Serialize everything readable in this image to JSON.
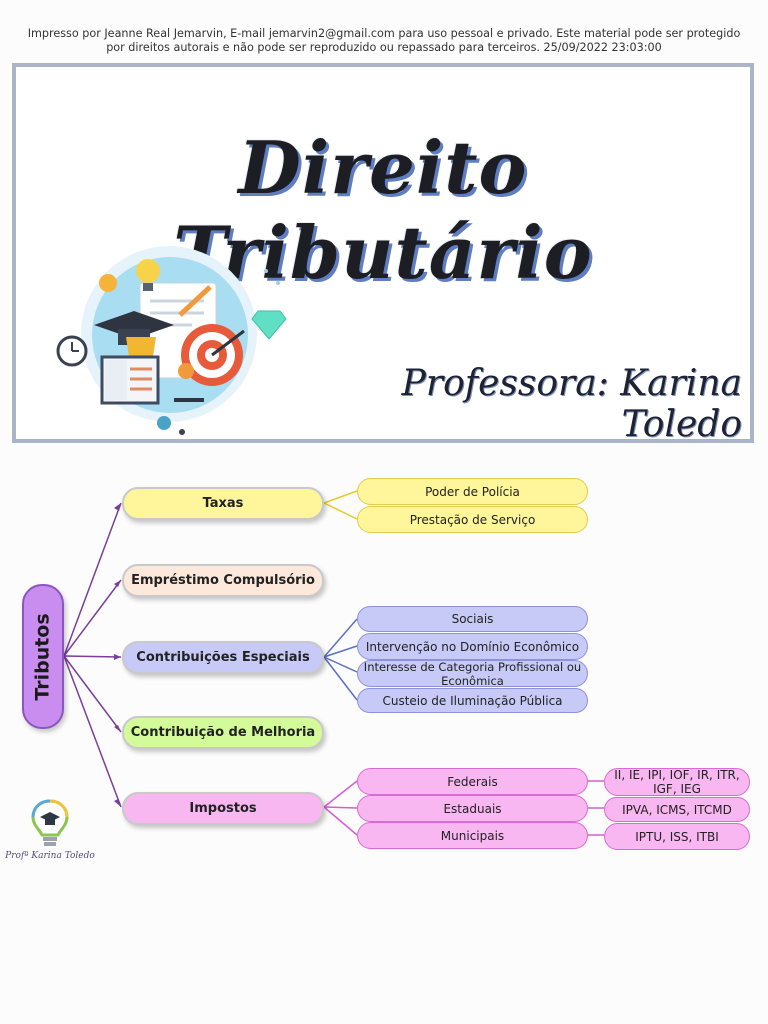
{
  "header_notice": "Impresso por Jeanne Real Jemarvin, E-mail jemarvin2@gmail.com para uso pessoal e privado. Este material pode ser protegido por direitos autorais e não pode ser reproduzido ou repassado para terceiros. 25/09/2022 23:03:00",
  "cover": {
    "title": "Direito Tributário",
    "professor": "Professora: Karina Toledo"
  },
  "mindmap": {
    "root": "Tributos",
    "branches": {
      "taxas": {
        "label": "Taxas",
        "children": [
          "Poder de Polícia",
          "Prestação de Serviço"
        ]
      },
      "emprestimo": {
        "label": "Empréstimo Compulsório"
      },
      "contribuicoes": {
        "label": "Contribuições Especiais",
        "children": [
          "Sociais",
          "Intervenção no Domínio Econômico",
          "Interesse de Categoria Profissional ou Econômica",
          "Custeio de Iluminação Pública"
        ]
      },
      "melhoria": {
        "label": "Contribuição de Melhoria"
      },
      "impostos": {
        "label": "Impostos",
        "children": [
          {
            "label": "Federais",
            "detail": "II, IE, IPI, IOF, IR, ITR, IGF, IEG"
          },
          {
            "label": "Estaduais",
            "detail": "IPVA, ICMS, ITCMD"
          },
          {
            "label": "Municipais",
            "detail": "IPTU, ISS, ITBI"
          }
        ]
      }
    }
  },
  "logo_caption": "Profª Karina Toledo",
  "colors": {
    "root": "#c98df0",
    "taxas": "#fff59a",
    "emprestimo": "#fde8dc",
    "contribuicoes": "#c7caf6",
    "melhoria": "#d4fb9a",
    "impostos": "#f8b7f1",
    "cover_border": "#aab4c6"
  }
}
